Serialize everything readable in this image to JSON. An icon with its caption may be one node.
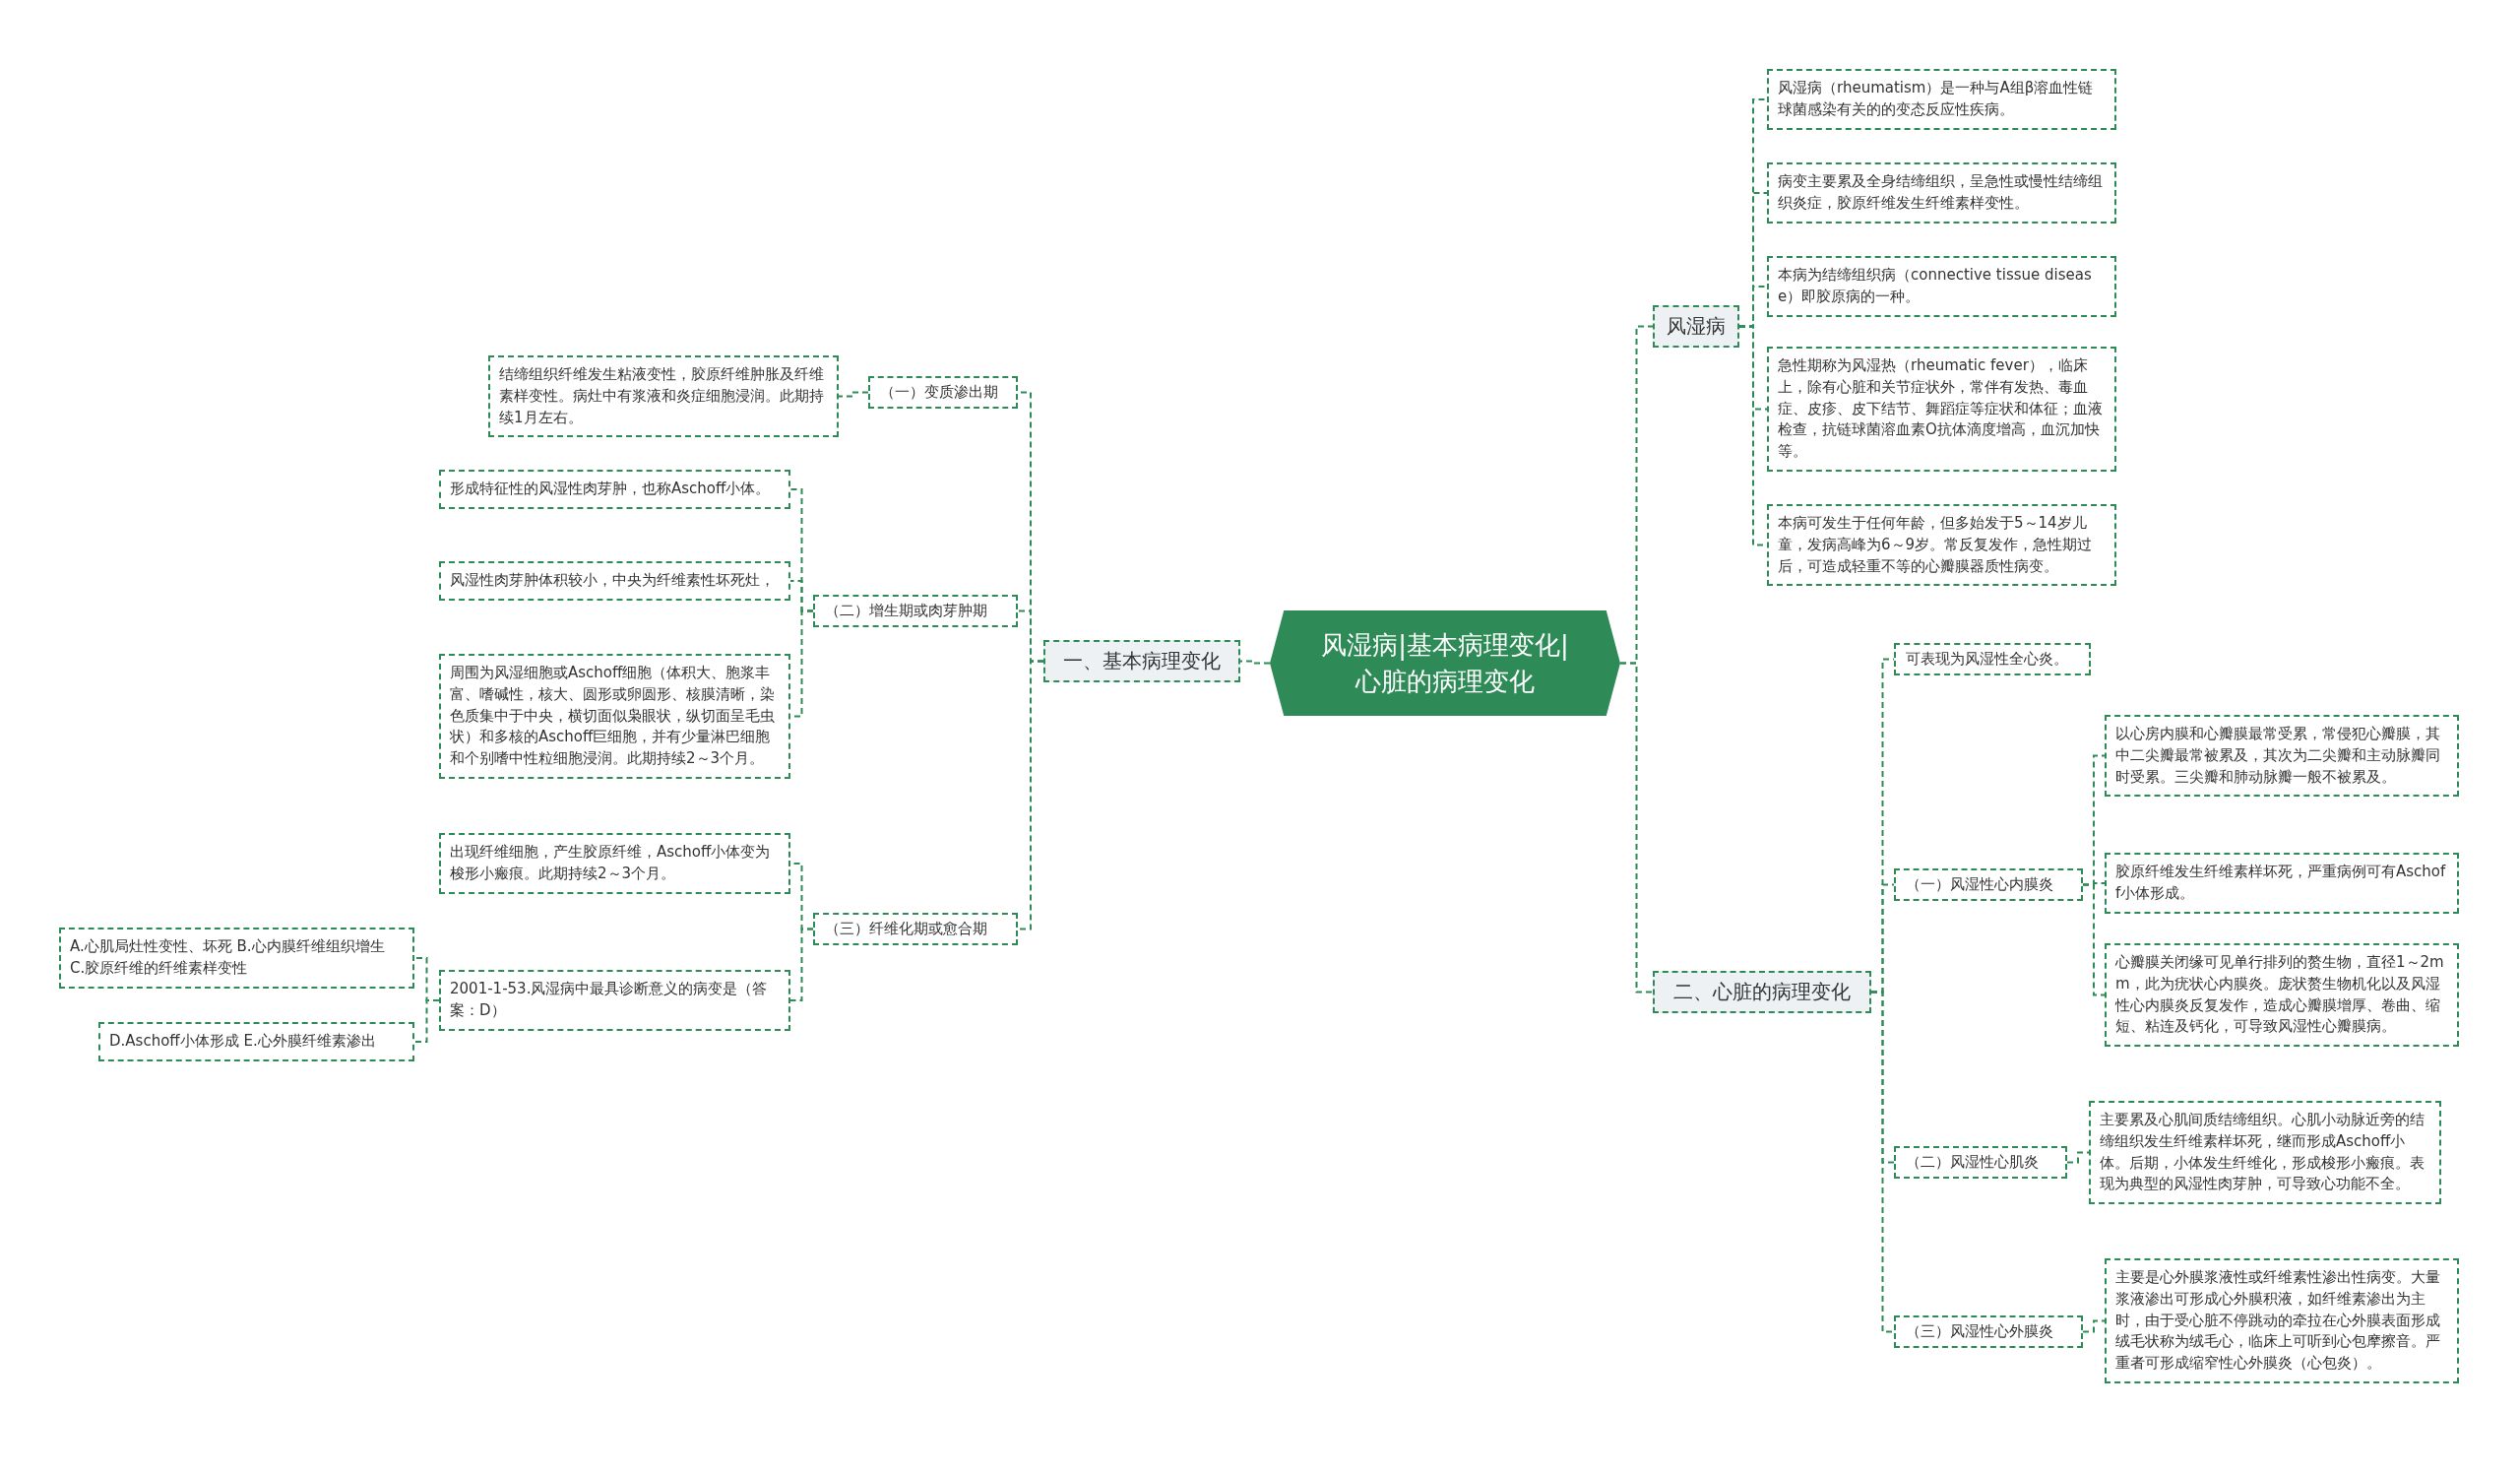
{
  "diagram": {
    "nodes": [
      {
        "text": [
          "风湿病|基本病理变化|心脏的病理变化"
        ]
      },
      {
        "text": [
          "一、基本病理变化"
        ]
      },
      {
        "text": [
          "（一）变质渗出期"
        ]
      },
      {
        "text": [
          "结缔组织纤维发生粘液变性，胶原纤维肿胀及纤维素样变性。病灶中有浆液和炎症细胞浸润。此期持续1月左右。"
        ]
      },
      {
        "text": [
          "（二）增生期或肉芽肿期"
        ]
      },
      {
        "text": [
          "形成特征性的风湿性肉芽肿，也称Aschoff小体。"
        ]
      },
      {
        "text": [
          "风湿性肉芽肿体积较小，中央为纤维素性坏死灶，"
        ]
      },
      {
        "text": [
          "周围为风湿细胞或Aschoff细胞（体积大、胞浆丰富、嗜碱性，核大、圆形或卵圆形、核膜清晰，染色质集中于中央，横切面似枭眼状，纵切面呈毛虫状）和多核的Aschoff巨细胞，并有少量淋巴细胞和个别嗜中性粒细胞浸润。此期持续2～3个月。"
        ]
      },
      {
        "text": [
          "（三）纤维化期或愈合期"
        ]
      },
      {
        "text": [
          "出现纤维细胞，产生胶原纤维，Aschoff小体变为梭形小瘢痕。此期持续2～3个月。"
        ]
      },
      {
        "text": [
          "2001-1-53.风湿病中最具诊断意义的病变是（答案：D）"
        ]
      },
      {
        "text": [
          "A.心肌局灶性变性、坏死 B.心内膜纤维组织增生 C.胶原纤维的纤维素样变性"
        ]
      },
      {
        "text": [
          "D.Aschoff小体形成 E.心外膜纤维素渗出"
        ]
      },
      {
        "text": [
          "风湿病"
        ]
      },
      {
        "text": [
          "风湿病（rheumatism）是一种与A组β溶血性链球菌感染有关的的变态反应性疾病。"
        ]
      },
      {
        "text": [
          "病变主要累及全身结缔组织，呈急性或慢性结缔组织炎症，胶原纤维发生纤维素样变性。"
        ]
      },
      {
        "text": [
          "本病为结缔组织病（connective tissue disease）即胶原病的一种。"
        ]
      },
      {
        "text": [
          "急性期称为风湿热（rheumatic fever），临床上，除有心脏和关节症状外，常伴有发热、毒血症、皮疹、皮下结节、舞蹈症等症状和体征；血液检查，抗链球菌溶血素O抗体滴度增高，血沉加快等。"
        ]
      },
      {
        "text": [
          "本病可发生于任何年龄，但多始发于5～14岁儿童，发病高峰为6～9岁。常反复发作，急性期过后，可造成轻重不等的心瓣膜器质性病变。"
        ]
      },
      {
        "text": [
          "二、心脏的病理变化"
        ]
      },
      {
        "text": [
          "可表现为风湿性全心炎。"
        ]
      },
      {
        "text": [
          "（一）风湿性心内膜炎"
        ]
      },
      {
        "text": [
          "以心房内膜和心瓣膜最常受累，常侵犯心瓣膜，其中二尖瓣最常被累及，其次为二尖瓣和主动脉瓣同时受累。三尖瓣和肺动脉瓣一般不被累及。"
        ]
      },
      {
        "text": [
          "胶原纤维发生纤维素样坏死，严重病例可有Aschoff小体形成。"
        ]
      },
      {
        "text": [
          "心瓣膜关闭缘可见单行排列的赘生物，直径1～2mm，此为疣状心内膜炎。庞状赘生物机化以及风湿性心内膜炎反复发作，造成心瓣膜增厚、卷曲、缩短、粘连及钙化，可导致风湿性心瓣膜病。"
        ]
      },
      {
        "text": [
          "（二）风湿性心肌炎"
        ]
      },
      {
        "text": [
          "主要累及心肌间质结缔组织。心肌小动脉近旁的结缔组织发生纤维素样坏死，继而形成Aschoff小体。后期，小体发生纤维化，形成梭形小瘢痕。表现为典型的风湿性肉芽肿，可导致心功能不全。"
        ]
      },
      {
        "text": [
          "（三）风湿性心外膜炎"
        ]
      },
      {
        "text": [
          "主要是心外膜浆液性或纤维素性渗出性病变。大量浆液渗出可形成心外膜积液，如纤维素渗出为主时，由于受心脏不停跳动的牵拉在心外膜表面形成绒毛状称为绒毛心，临床上可听到心包摩擦音。严重者可形成缩窄性心外膜炎（心包炎）。"
        ]
      }
    ],
    "edges": [
      {
        "from": 0,
        "to": 1,
        "arrow": "none"
      },
      {
        "from": 1,
        "to": 2,
        "arrow": "none"
      },
      {
        "from": 2,
        "to": 3,
        "arrow": "none"
      },
      {
        "from": 1,
        "to": 4,
        "arrow": "none"
      },
      {
        "from": 4,
        "to": 5,
        "arrow": "none"
      },
      {
        "from": 4,
        "to": 6,
        "arrow": "none"
      },
      {
        "from": 4,
        "to": 7,
        "arrow": "none"
      },
      {
        "from": 1,
        "to": 8,
        "arrow": "none"
      },
      {
        "from": 8,
        "to": 9,
        "arrow": "none"
      },
      {
        "from": 8,
        "to": 10,
        "arrow": "none"
      },
      {
        "from": 10,
        "to": 11,
        "arrow": "none"
      },
      {
        "from": 10,
        "to": 12,
        "arrow": "none"
      },
      {
        "from": 0,
        "to": 13,
        "arrow": "none"
      },
      {
        "from": 13,
        "to": 14,
        "arrow": "none"
      },
      {
        "from": 13,
        "to": 15,
        "arrow": "none"
      },
      {
        "from": 13,
        "to": 16,
        "arrow": "none"
      },
      {
        "from": 13,
        "to": 17,
        "arrow": "none"
      },
      {
        "from": 13,
        "to": 18,
        "arrow": "none"
      },
      {
        "from": 0,
        "to": 19,
        "arrow": "none"
      },
      {
        "from": 19,
        "to": 20,
        "arrow": "none"
      },
      {
        "from": 19,
        "to": 21,
        "arrow": "none"
      },
      {
        "from": 21,
        "to": 22,
        "arrow": "none"
      },
      {
        "from": 21,
        "to": 23,
        "arrow": "none"
      },
      {
        "from": 21,
        "to": 24,
        "arrow": "none"
      },
      {
        "from": 19,
        "to": 25,
        "arrow": "none"
      },
      {
        "from": 25,
        "to": 26,
        "arrow": "none"
      },
      {
        "from": 19,
        "to": 27,
        "arrow": "none"
      },
      {
        "from": 27,
        "to": 28,
        "arrow": "none"
      }
    ]
  }
}
